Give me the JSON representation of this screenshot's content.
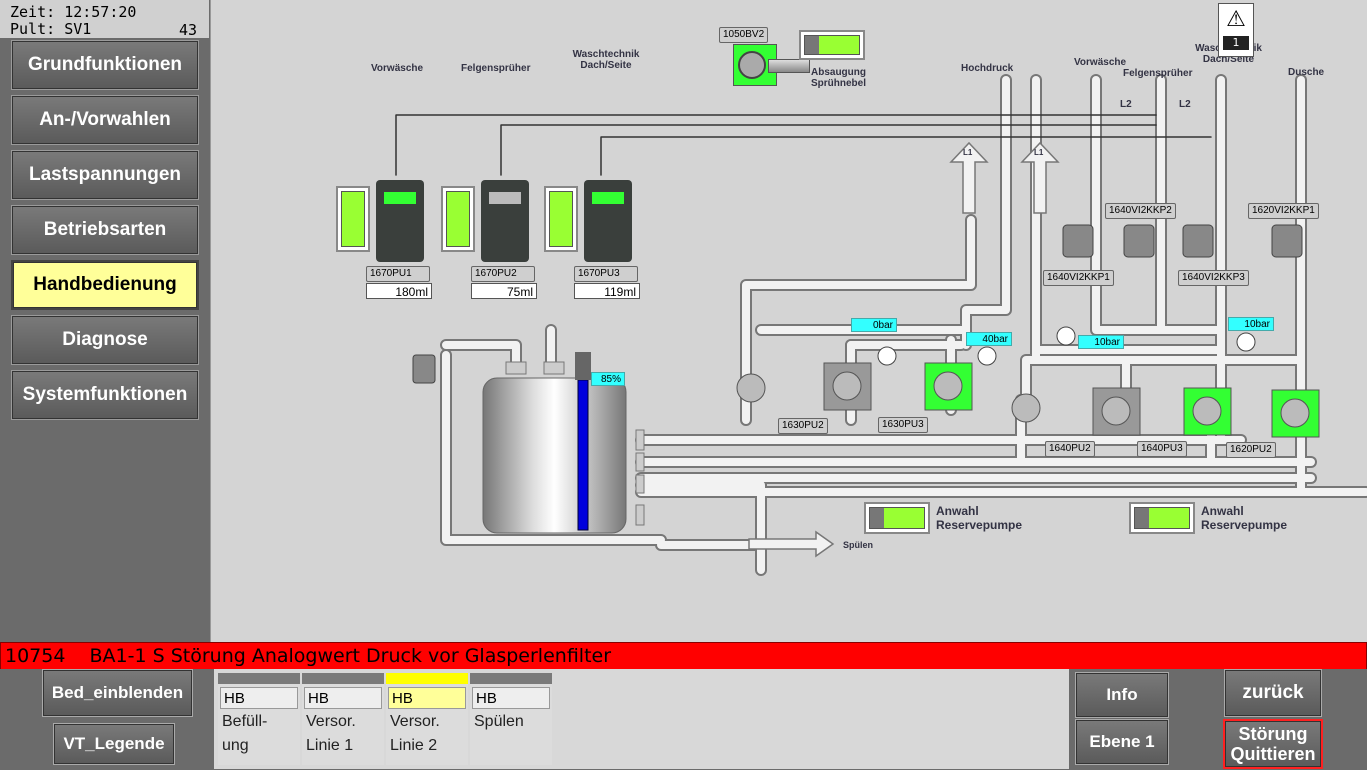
{
  "header": {
    "time_label": "Zeit:",
    "time": "12:57:20",
    "pult_label": "Pult:",
    "pult": "SV1",
    "counter": "43"
  },
  "nav": [
    {
      "label": "Grundfunktionen",
      "active": false
    },
    {
      "label": "An-/Vorwahlen",
      "active": false
    },
    {
      "label": "Lastspannungen",
      "active": false
    },
    {
      "label": "Betriebsarten",
      "active": false
    },
    {
      "label": "Handbedienung",
      "active": true
    },
    {
      "label": "Diagnose",
      "active": false
    },
    {
      "label": "Systemfunktionen",
      "active": false
    }
  ],
  "process": {
    "labels": {
      "vorwaesche": "Vorwäsche",
      "felgenspruher": "Felgensprüher",
      "waschtechnik": "Waschtechnik Dach/Seite",
      "hochdruck": "Hochdruck",
      "vorwaesche2": "Vorwäsche",
      "felgenspruher2": "Felgensprüher",
      "waschtechnik2": "Waschtechnik Dach/Seite",
      "dusche": "Dusche",
      "l2a": "L2",
      "l2b": "L2",
      "l1a": "L1",
      "l1b": "L1",
      "absaugung": "Absaugung Sprühnebel",
      "spuelen": "Spülen",
      "anwahl1": "Anwahl Reservepumpe",
      "anwahl2": "Anwahl Reservepumpe"
    },
    "warning_count": "1",
    "fan_tag": "1050BV2",
    "dosing": [
      {
        "tag": "1670PU1",
        "value": "180ml"
      },
      {
        "tag": "1670PU2",
        "value": "75ml"
      },
      {
        "tag": "1670PU3",
        "value": "119ml"
      }
    ],
    "tank_level": "85%",
    "pressures": {
      "p1": "0bar",
      "p2": "40bar",
      "p3": "10bar",
      "p4": "10bar"
    },
    "pump_tags": {
      "pu1630_2": "1630PU2",
      "pu1630_3": "1630PU3",
      "pu1640_2": "1640PU2",
      "pu1640_3": "1640PU3",
      "pu1620_2": "1620PU2"
    },
    "valve_tags": {
      "kkp2": "1640VI2KKP2",
      "kkp1": "1640VI2KKP1",
      "kkp3": "1640VI2KKP3",
      "kkp1620": "1620VI2KKP1"
    }
  },
  "alarm": {
    "number": "10754",
    "text": "BA1-1  S Störung Analogwert Druck vor Glasperlenfilter",
    "color": "#ff0000"
  },
  "bottom": {
    "bed_button": "Bed_einblenden",
    "legend_button": "VT_Legende",
    "hb_items": [
      {
        "box": "HB",
        "line1": "Befüll-",
        "line2": "ung",
        "active": false
      },
      {
        "box": "HB",
        "line1": "Versor.",
        "line2": "Linie 1",
        "active": false
      },
      {
        "box": "HB",
        "line1": "Versor.",
        "line2": "Linie 2",
        "active": true
      },
      {
        "box": "HB",
        "line1": "Spülen",
        "line2": "",
        "active": false
      }
    ],
    "info_button": "Info",
    "ebene_button": "Ebene 1",
    "back_button": "zurück",
    "ack_button": "Störung Quittieren"
  },
  "colors": {
    "accent_active": "#ffff99",
    "alarm": "#ff0000",
    "pump_on": "#33ff33",
    "value_box": "#33ffff"
  }
}
